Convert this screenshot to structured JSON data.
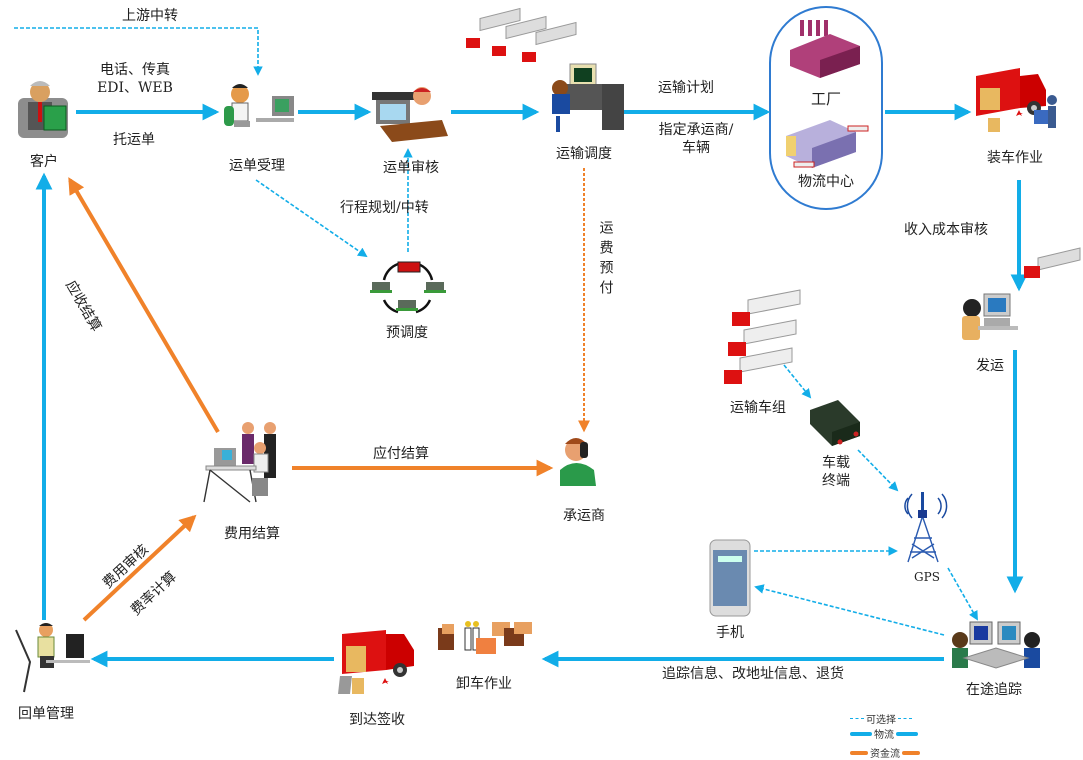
{
  "colors": {
    "logistics_flow": "#12ade8",
    "optional_flow": "#12ade8",
    "cash_flow": "#f0822a",
    "group_border": "#2f7bd1"
  },
  "nodes": {
    "customer": {
      "label": "客户",
      "icon": "customer-reading-icon"
    },
    "order_receive": {
      "label": "运单受理",
      "icon": "clerk-computer-icon"
    },
    "order_review": {
      "label": "运单审核",
      "icon": "phone-desk-icon"
    },
    "dispatch": {
      "label": "运输调度",
      "icon": "dispatcher-computer-icon"
    },
    "factory": {
      "label": "工厂",
      "icon": "factory-icon"
    },
    "logistics_center": {
      "label": "物流中心",
      "icon": "warehouse-icon"
    },
    "loading": {
      "label": "装车作业",
      "icon": "truck-loading-icon"
    },
    "pre_dispatch": {
      "label": "预调度",
      "icon": "cycle-trucks-icon"
    },
    "shipping": {
      "label": "发运",
      "icon": "operator-computer-icon"
    },
    "fleet": {
      "label": "运输车组",
      "icon": "truck-fleet-icon"
    },
    "vehicle_terminal": {
      "label": "车载\n终端",
      "line1": "车载",
      "line2": "终端",
      "icon": "gps-terminal-icon"
    },
    "gps": {
      "label": "GPS",
      "icon": "gps-tower-icon"
    },
    "phone": {
      "label": "手机",
      "icon": "mobile-phone-icon"
    },
    "tracking": {
      "label": "在途追踪",
      "icon": "tracking-operators-icon"
    },
    "unloading": {
      "label": "卸车作业",
      "icon": "unloading-workers-icon"
    },
    "arrival": {
      "label": "到达签收",
      "icon": "truck-arrival-icon"
    },
    "receipt_mgmt": {
      "label": "回单管理",
      "icon": "office-worker-icon"
    },
    "settlement": {
      "label": "费用结算",
      "icon": "accounting-team-icon"
    },
    "carrier": {
      "label": "承运商",
      "icon": "carrier-phone-icon"
    }
  },
  "edge_labels": {
    "upstream_transfer": "上游中转",
    "channels_line1": "电话、传真",
    "channels_line2": "EDI、WEB",
    "consignment": "托运单",
    "route_planning": "行程规划/中转",
    "transport_plan": "运输计划",
    "assign_carrier_line1": "指定承运商/",
    "assign_carrier_line2": "车辆",
    "freight_prepay": "运费预付",
    "income_cost_review": "收入成本审核",
    "payable_settlement": "应付结算",
    "receivable_settlement": "应收结算",
    "fee_review": "费用审核",
    "rate_calc": "费率计算",
    "tracking_info": "追踪信息、改地址信息、退货"
  },
  "legend": {
    "optional": "可选择",
    "logistics": "物流",
    "cash": "资金流"
  }
}
